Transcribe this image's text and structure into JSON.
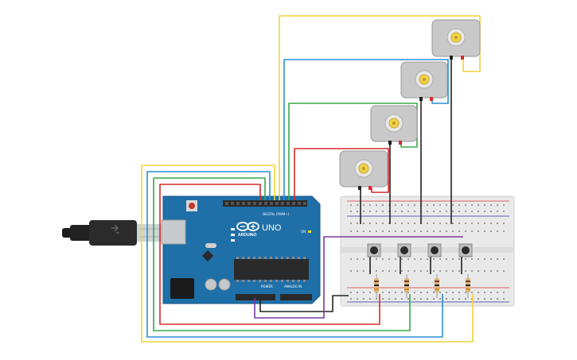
{
  "arduino": {
    "model": "UNO",
    "brand": "ARDUINO",
    "digital_label": "DIGITAL (PWM~)",
    "power_label": "POWER",
    "analog_label": "ANALOG IN",
    "on_label": "ON"
  },
  "components": {
    "motor_count": 4,
    "button_count": 4,
    "resistor_count": 4
  },
  "wire_colors": {
    "yellow": "#f2d23a",
    "blue": "#2a8fd6",
    "green": "#3aa84a",
    "red": "#d62a2a",
    "black": "#222222",
    "purple": "#7a3aa0"
  },
  "board_colors": {
    "arduino": "#1f6fa8",
    "breadboard": "#e9e9e9",
    "motor_body": "#c9c9c9",
    "motor_gear": "#f1d24a"
  }
}
